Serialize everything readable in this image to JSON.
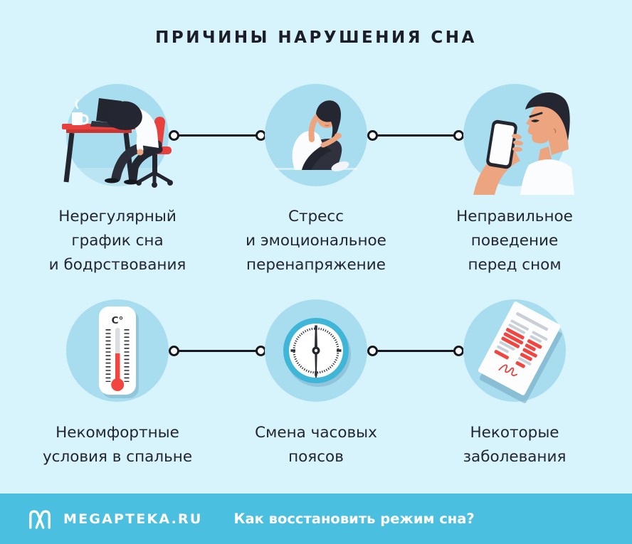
{
  "title": "ПРИЧИНЫ НАРУШЕНИЯ СНА",
  "causes": [
    {
      "icon": "person-slumped-at-desk",
      "lines": [
        "Нерегулярный",
        "график сна",
        "и бодрствования"
      ]
    },
    {
      "icon": "stressed-person-sitting",
      "lines": [
        "Стресс",
        "и эмоциональное",
        "перенапряжение"
      ]
    },
    {
      "icon": "person-looking-at-phone",
      "lines": [
        "Неправильное",
        "поведение",
        "перед сном"
      ]
    },
    {
      "icon": "thermometer",
      "unit_label": "C°",
      "lines": [
        "Некомфортные",
        "условия в спальне"
      ]
    },
    {
      "icon": "clock",
      "lines": [
        "Смена часовых",
        "поясов"
      ]
    },
    {
      "icon": "medical-document",
      "lines": [
        "Некоторые",
        "заболевания"
      ]
    }
  ],
  "footer": {
    "brand": "MEGAPTEKA.RU",
    "question": "Как восстановить режим сна?"
  },
  "colors": {
    "background": "#d7f3fc",
    "circle_fill": "#a8ddf0",
    "accent_red": "#e8403c",
    "ink_dark": "#23262f",
    "footer_bar": "#4bbfdf",
    "clock_ring": "#3fb5d8"
  }
}
